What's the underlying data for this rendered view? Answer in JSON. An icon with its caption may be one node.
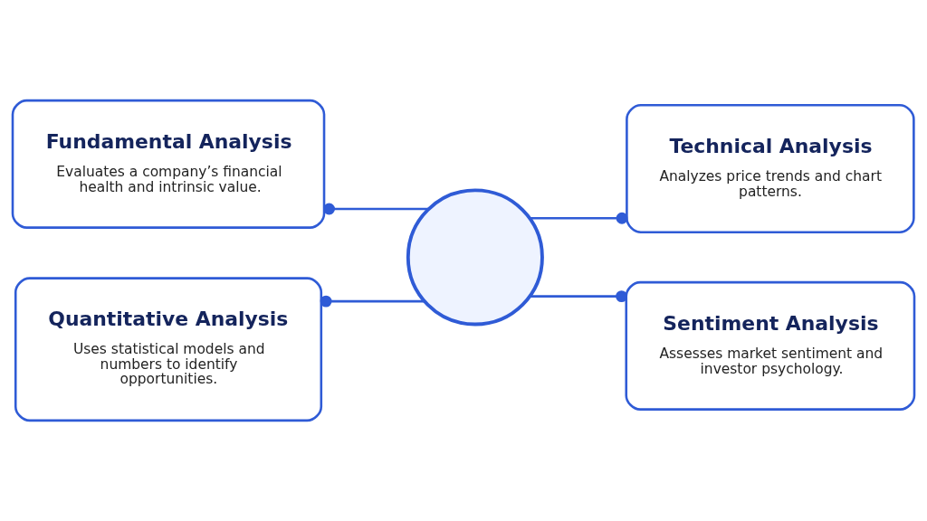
{
  "diagram": {
    "nodes": [
      {
        "text": [
          "Fundamental Analysis",
          "Evaluates a company’s financial health and intrinsic value."
        ]
      },
      {
        "text": [
          "Technical Analysis",
          "Analyzes price trends and chart patterns."
        ]
      },
      {
        "text": [],
        "shape": "circle"
      },
      {
        "text": [
          "Quantitative Analysis",
          "Uses statistical models and numbers to identify opportunities."
        ]
      },
      {
        "text": [
          "Sentiment Analysis",
          "Assesses market sentiment and investor psychology."
        ]
      }
    ],
    "edges": [
      {
        "from": 0,
        "to": 2,
        "arrow": "other"
      },
      {
        "from": 1,
        "to": 2,
        "arrow": "other"
      },
      {
        "from": 3,
        "to": 2,
        "arrow": "other"
      },
      {
        "from": 4,
        "to": 2,
        "arrow": "other"
      }
    ]
  }
}
